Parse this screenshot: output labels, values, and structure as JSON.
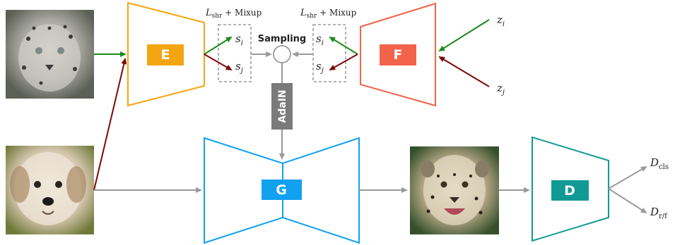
{
  "modules": {
    "encoder": {
      "label": "E",
      "color": "#f5a511"
    },
    "mapping": {
      "label": "F",
      "color": "#f2634a"
    },
    "generator": {
      "label": "G",
      "color": "#11a1f0"
    },
    "discriminator": {
      "label": "D",
      "color": "#119a95"
    }
  },
  "style_codes": {
    "si": {
      "base": "s",
      "sub": "i"
    },
    "sj": {
      "base": "s",
      "sub": "j"
    }
  },
  "latents": {
    "zi": {
      "base": "z",
      "sub": "i"
    },
    "zj": {
      "base": "z",
      "sub": "j"
    }
  },
  "loss": {
    "base": "L",
    "sub": "shr",
    "suffix": " + Mixup"
  },
  "sampling_label": "Sampling",
  "adain_label": "AdaIN",
  "outputs": {
    "cls": {
      "base": "D",
      "sub": "cls"
    },
    "rf": {
      "base": "D",
      "sub": "r/f"
    }
  },
  "images": {
    "style_ref": "snow-leopard-photo",
    "content_src": "terrier-dog-photo",
    "generated": "generated-leopard-photo"
  },
  "colors": {
    "green_arrow": "#1a8a1a",
    "red_arrow": "#7a0a0a",
    "gray_arrow": "#9a9a9a",
    "dashed_box": "#9a9a9a"
  }
}
